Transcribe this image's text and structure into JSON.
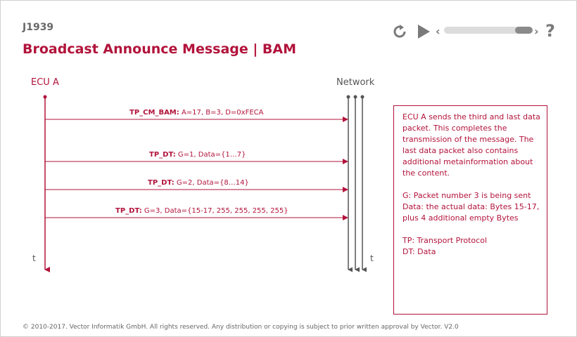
{
  "header": {
    "course": "J1939",
    "title": "Broadcast Announce Message | BAM"
  },
  "controls": {
    "replay_icon": "replay-icon",
    "play_icon": "play-icon",
    "help_label": "?"
  },
  "diagram": {
    "ecu_label": "ECU A",
    "network_label": "Network",
    "time_left": "t",
    "time_right": "t",
    "accent_color": "#b2133b",
    "messages": [
      {
        "name": "TP_CM_BAM:",
        "params": "A=17, B=3, D=0xFECA"
      },
      {
        "name": "TP_DT:",
        "params": "G=1, Data={1…7}"
      },
      {
        "name": "TP_DT:",
        "params": "G=2, Data={8…14}"
      },
      {
        "name": "TP_DT:",
        "params": "G=3, Data={15-17, 255, 255, 255, 255}"
      }
    ]
  },
  "info": {
    "p1": "ECU A sends the third and last data packet. This completes the transmission of the message. The last data packet also contains additional metainformation about the content.",
    "p2": "G: Packet number 3 is being sent Data: the actual data: Bytes 15-17, plus 4 additional empty Bytes",
    "p3_line1": "TP: Transport Protocol",
    "p3_line2": "DT: Data"
  },
  "footer": {
    "text": "© 2010-2017. Vector Informatik GmbH. All rights reserved. Any distribution or copying is subject to prior written approval by Vector. V2.0"
  }
}
